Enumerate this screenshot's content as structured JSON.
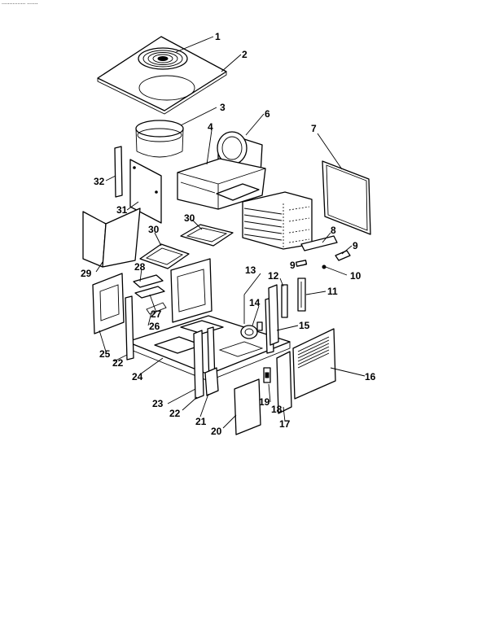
{
  "header_text": "...............   .......",
  "callouts": {
    "c1": "1",
    "c2": "2",
    "c3": "3",
    "c4": "4",
    "c6": "6",
    "c7": "7",
    "c8": "8",
    "c9a": "9",
    "c9b": "9",
    "c10": "10",
    "c11": "11",
    "c12": "12",
    "c13": "13",
    "c14": "14",
    "c15": "15",
    "c16": "16",
    "c17": "17",
    "c18": "18",
    "c19": "19",
    "c20": "20",
    "c21": "21",
    "c22a": "22",
    "c22b": "22",
    "c23": "23",
    "c24": "24",
    "c25": "25",
    "c26": "26",
    "c27": "27",
    "c28": "28",
    "c29": "29",
    "c30a": "30",
    "c30b": "30",
    "c31": "31",
    "c32": "32"
  }
}
